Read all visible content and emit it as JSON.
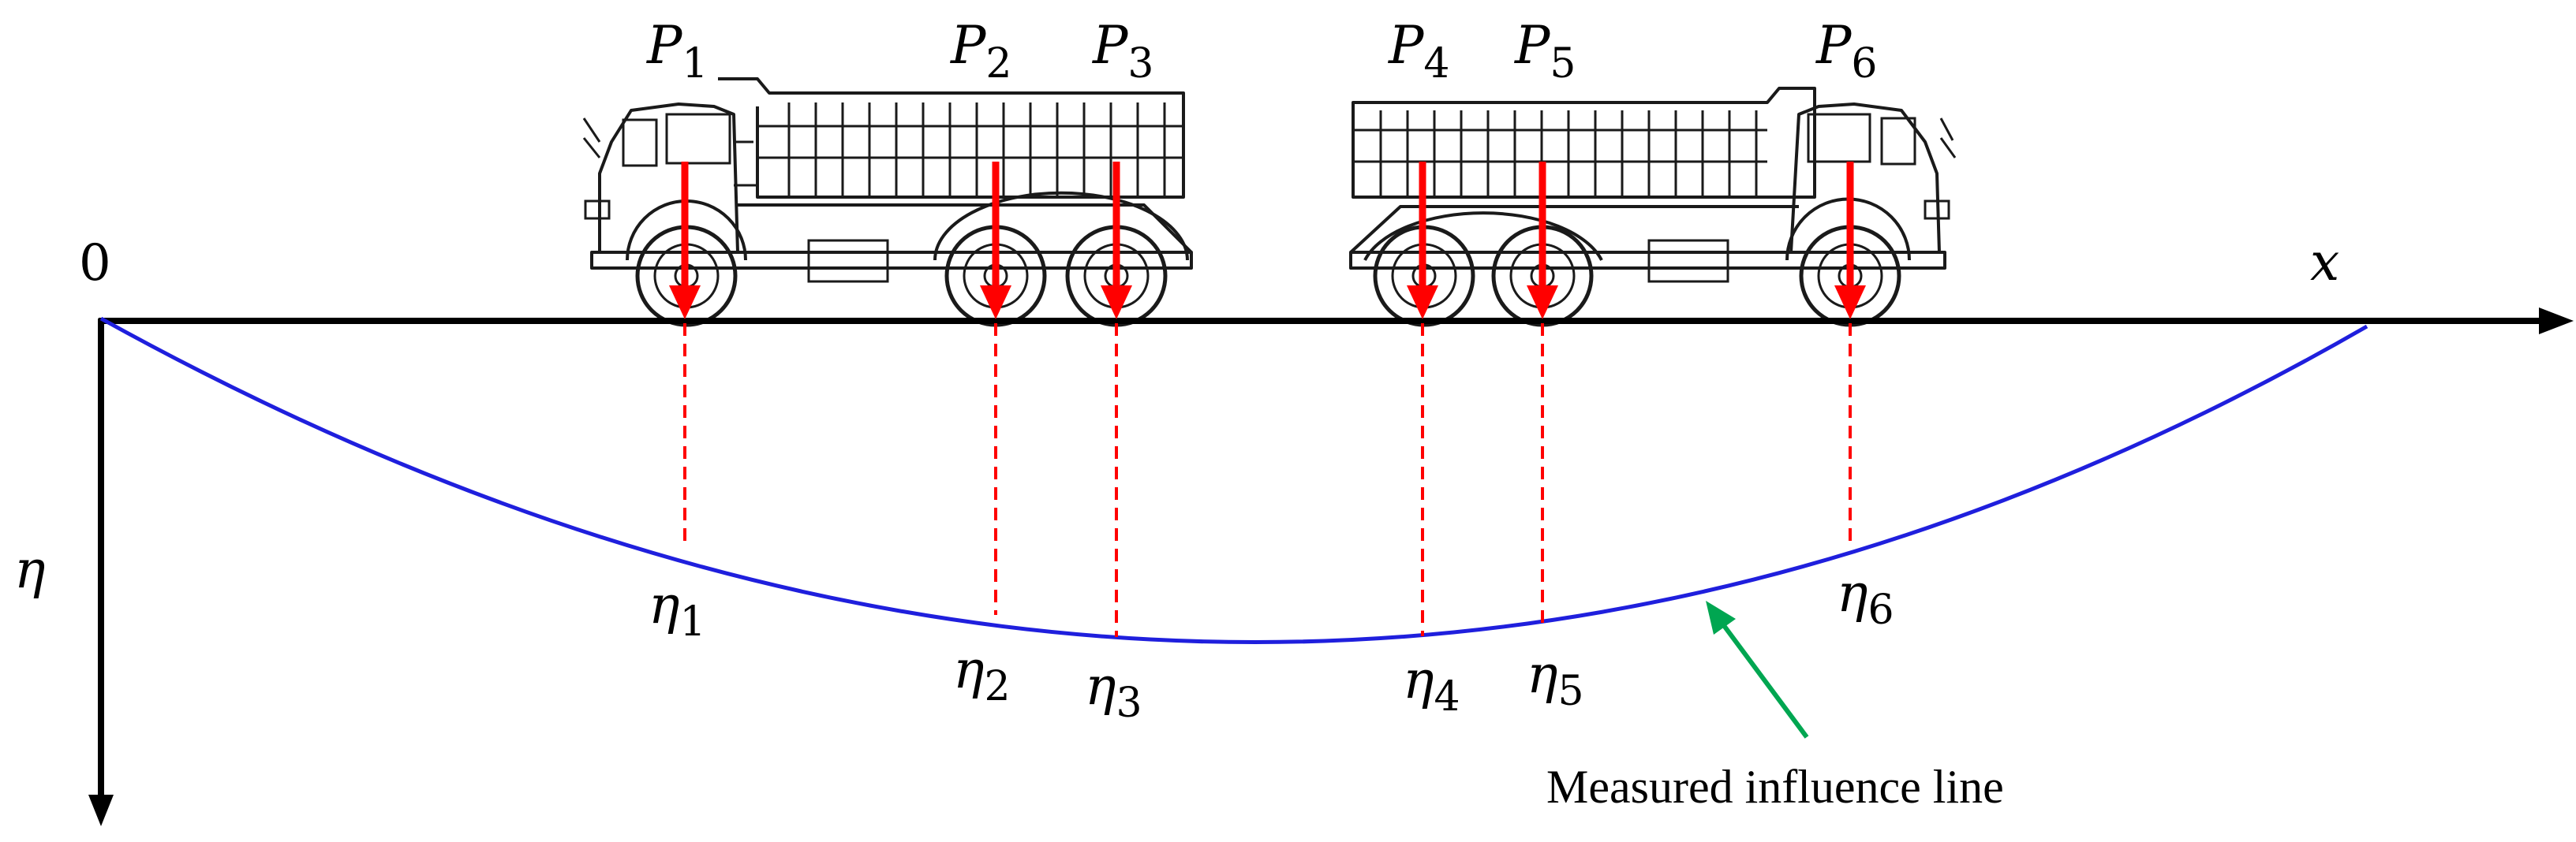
{
  "axes": {
    "origin_label": "0",
    "x_label": "x",
    "y_label": "η"
  },
  "loads": [
    {
      "main": "P",
      "sub": "1"
    },
    {
      "main": "P",
      "sub": "2"
    },
    {
      "main": "P",
      "sub": "3"
    },
    {
      "main": "P",
      "sub": "4"
    },
    {
      "main": "P",
      "sub": "5"
    },
    {
      "main": "P",
      "sub": "6"
    }
  ],
  "ordinates": [
    {
      "main": "η",
      "sub": "1"
    },
    {
      "main": "η",
      "sub": "2"
    },
    {
      "main": "η",
      "sub": "3"
    },
    {
      "main": "η",
      "sub": "4"
    },
    {
      "main": "η",
      "sub": "5"
    },
    {
      "main": "η",
      "sub": "6"
    }
  ],
  "annotation": "Measured influence line",
  "colors": {
    "axis": "#000000",
    "load_arrow": "#ff0000",
    "projection": "#ff0000",
    "influence_line": "#1f1fdd",
    "annotation_arrow": "#00a651"
  }
}
